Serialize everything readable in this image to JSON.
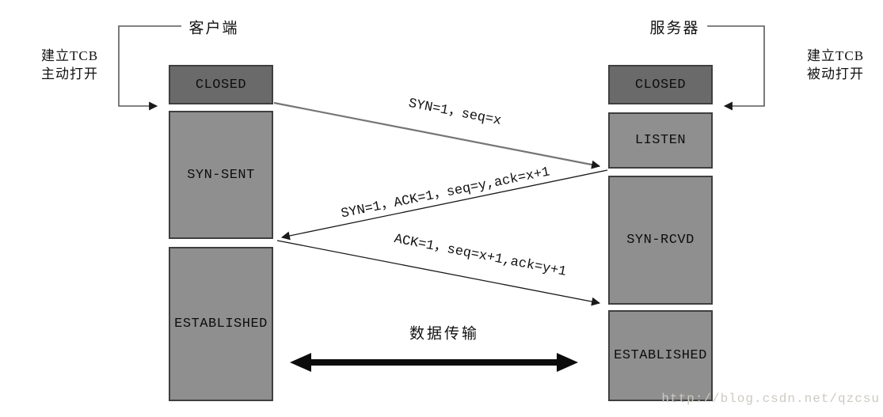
{
  "colors": {
    "box-dark": "#6a6a6a",
    "box-light": "#8f8f8f",
    "box-border": "#3f3f3f",
    "line-gray": "#757575",
    "line-dark": "#1a1a1a",
    "watermark": "#cdc9c4"
  },
  "client": {
    "title": "客户端",
    "tcb_note_line1": "建立TCB",
    "tcb_note_line2": "主动打开",
    "states": [
      {
        "label": "CLOSED"
      },
      {
        "label": "SYN-SENT"
      },
      {
        "label": "ESTABLISHED"
      }
    ]
  },
  "server": {
    "title": "服务器",
    "tcb_note_line1": "建立TCB",
    "tcb_note_line2": "被动打开",
    "states": [
      {
        "label": "CLOSED"
      },
      {
        "label": "LISTEN"
      },
      {
        "label": "SYN-RCVD"
      },
      {
        "label": "ESTABLISHED"
      }
    ]
  },
  "messages": [
    {
      "label": "SYN=1，seq=x"
    },
    {
      "label": "SYN=1，ACK=1，seq=y,ack=x+1"
    },
    {
      "label": "ACK=1，seq=x+1,ack=y+1"
    }
  ],
  "data_transfer": {
    "label": "数据传输"
  },
  "watermark": "http://blog.csdn.net/qzcsu"
}
